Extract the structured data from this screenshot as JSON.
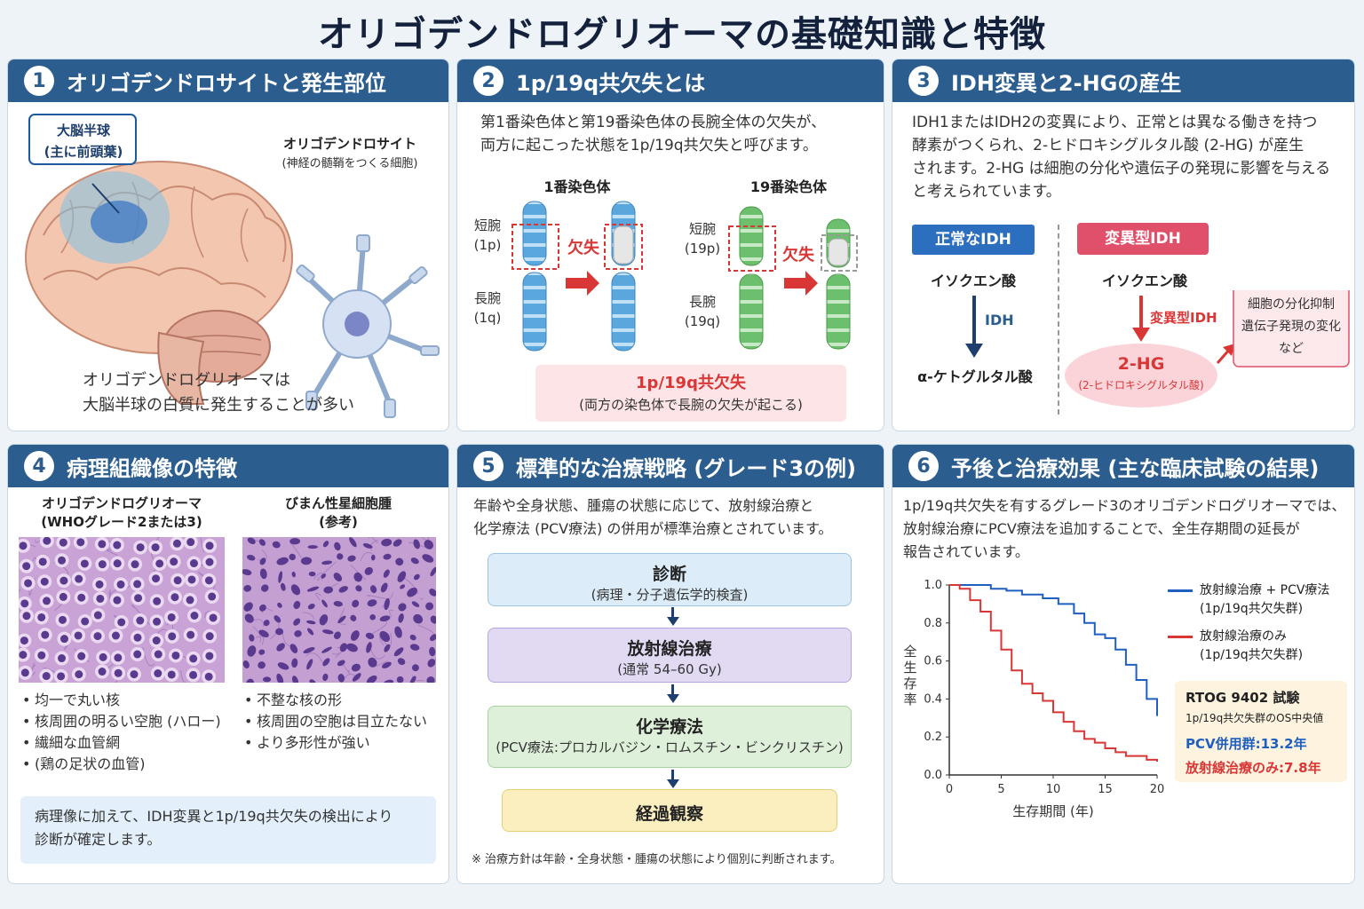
{
  "title": "オリゴデンドログリオーマの基礎知識と特徴",
  "panel1": {
    "num": "1",
    "heading": "オリゴデンドロサイトと発生部位",
    "callout_line1": "大脳半球",
    "callout_line2": "(主に前頭葉)",
    "cell_label": "オリゴデンドロサイト",
    "cell_sub": "(神経の髄鞘をつくる細胞)",
    "caption_line1": "オリゴデンドログリオーマは",
    "caption_line2": "大脳半球の白質に発生することが多い"
  },
  "panel2": {
    "num": "2",
    "heading": "1p/19q共欠失とは",
    "desc_line1": "第1番染色体と第19番染色体の長腕全体の欠失が、",
    "desc_line2": "両方に起こった状態を1p/19q共欠失と呼びます。",
    "chr1_label": "1番染色体",
    "chr19_label": "19番染色体",
    "short_arm": "短腕",
    "p1": "(1p)",
    "p19": "(19p)",
    "long_arm": "長腕",
    "q1": "(1q)",
    "q19": "(19q)",
    "deletion": "欠失",
    "result_title": "1p/19q共欠失",
    "result_sub": "(両方の染色体で長腕の欠失が起こる)",
    "colors": {
      "chr1": "#5aa7de",
      "chr19": "#6cbf6c",
      "deletion": "#d93636"
    }
  },
  "panel3": {
    "num": "3",
    "heading": "IDH変異と2-HGの産生",
    "desc_line1": "IDH1またはIDH2の変異により、正常とは異なる働きを持つ",
    "desc_line2": "酵素がつくられ、2-ヒドロキシグルタル酸 (2-HG) が産生",
    "desc_line3": "されます。2-HG は細胞の分化や遺伝子の発現に影響を与える",
    "desc_line4": "と考えられています。",
    "normal_label": "正常なIDH",
    "mutant_label": "変異型IDH",
    "substrate": "イソクエン酸",
    "enzyme_normal": "IDH",
    "enzyme_mutant": "変異型IDH",
    "product_normal": "α-ケトグルタル酸",
    "product_mutant": "2-HG",
    "product_mutant_sub": "(2-ヒドロキシグルタル酸)",
    "effect_line1": "細胞の分化抑制",
    "effect_line2": "遺伝子発現の変化",
    "effect_line3": "など"
  },
  "panel4": {
    "num": "4",
    "heading": "病理組織像の特徴",
    "left_title1": "オリゴデンドログリオーマ",
    "left_title2": "(WHOグレード2または3)",
    "right_title1": "びまん性星細胞腫",
    "right_title2": "(参考)",
    "left_points": [
      "均一で丸い核",
      "核周囲の明るい空胞 (ハロー)",
      "繊細な血管網",
      "(鶏の足状の血管)"
    ],
    "right_points": [
      "不整な核の形",
      "核周囲の空胞は目立たない",
      "より多形性が強い"
    ],
    "note_line1": "病理像に加えて、IDH変異と1p/19q共欠失の検出により",
    "note_line2": "診断が確定します。"
  },
  "panel5": {
    "num": "5",
    "heading": "標準的な治療戦略 (グレード3の例)",
    "desc_line1": "年齢や全身状態、腫瘍の状態に応じて、放射線治療と",
    "desc_line2": "化学療法 (PCV療法) の併用が標準治療とされています。",
    "steps": [
      {
        "title": "診断",
        "sub": "(病理・分子遺伝学的検査)"
      },
      {
        "title": "放射線治療",
        "sub": "(通常 54–60 Gy)"
      },
      {
        "title": "化学療法",
        "sub": "(PCV療法:プロカルバジン・ロムスチン・ビンクリスチン)"
      },
      {
        "title": "経過観察",
        "sub": ""
      }
    ],
    "footnote": "※ 治療方針は年齢・全身状態・腫瘍の状態により個別に判断されます。"
  },
  "panel6": {
    "num": "6",
    "heading": "予後と治療効果 (主な臨床試験の結果)",
    "desc_line1": "1p/19q共欠失を有するグレード3のオリゴデンドログリオーマでは、",
    "desc_line2": "放射線治療にPCV療法を追加することで、全生存期間の延長が",
    "desc_line3": "報告されています。",
    "legend1_line1": "放射線治療 + PCV療法",
    "legend1_line2": "(1p/19q共欠失群)",
    "legend2_line1": "放射線治療のみ",
    "legend2_line2": "(1p/19q共欠失群)",
    "trial_name": "RTOG 9402 試験",
    "trial_sub": "1p/19q共欠失群のOS中央値",
    "trial_pcv": "PCV併用群:13.2年",
    "trial_rt": "放射線治療のみ:7.8年"
  },
  "chart_data": {
    "type": "line",
    "xlabel": "生存期間 (年)",
    "ylabel": "全生存率",
    "xlim": [
      0,
      20
    ],
    "ylim": [
      0,
      1.0
    ],
    "xticks": [
      "0",
      "5",
      "10",
      "15",
      "20"
    ],
    "yticks": [
      "0.0",
      "0.2",
      "0.4",
      "0.6",
      "0.8",
      "1.0"
    ],
    "series": [
      {
        "name": "放射線治療 + PCV療法 (1p/19q共欠失群)",
        "color": "#1f5fbf",
        "x": [
          0,
          2,
          4,
          5.5,
          7,
          9,
          10.5,
          12,
          13,
          14,
          15,
          16,
          17,
          18,
          19,
          20
        ],
        "y": [
          1.0,
          1.0,
          0.98,
          0.97,
          0.95,
          0.93,
          0.9,
          0.85,
          0.8,
          0.74,
          0.72,
          0.66,
          0.58,
          0.5,
          0.4,
          0.31
        ]
      },
      {
        "name": "放射線治療のみ (1p/19q共欠失群)",
        "color": "#d93636",
        "x": [
          0,
          1,
          2,
          3,
          4,
          5,
          6,
          7,
          8,
          9,
          10,
          11,
          12,
          13,
          14,
          15,
          16,
          17,
          18,
          19,
          20
        ],
        "y": [
          1.0,
          0.98,
          0.92,
          0.86,
          0.76,
          0.66,
          0.55,
          0.48,
          0.43,
          0.39,
          0.33,
          0.28,
          0.23,
          0.19,
          0.17,
          0.14,
          0.12,
          0.1,
          0.1,
          0.08,
          0.07
        ]
      }
    ]
  }
}
